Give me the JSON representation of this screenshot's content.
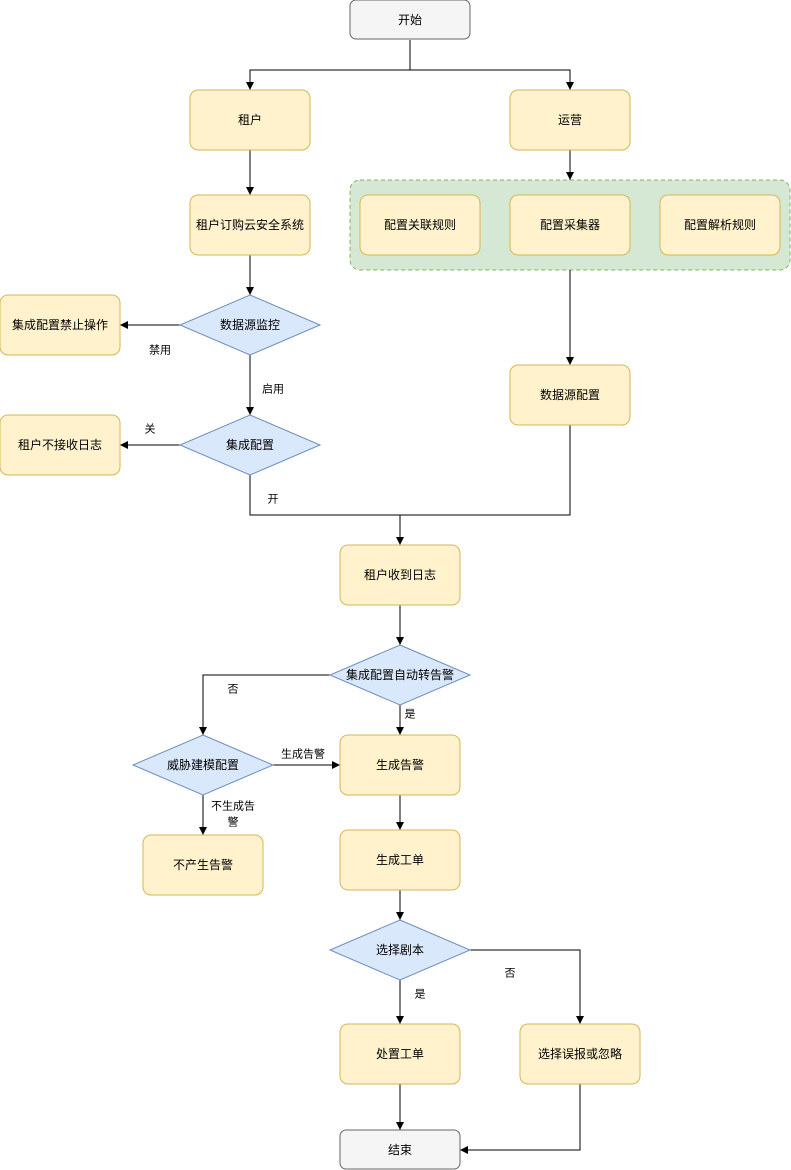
{
  "colors": {
    "process_fill": "#fff2cc",
    "process_stroke": "#d6b656",
    "decision_fill": "#dae8fc",
    "decision_stroke": "#6c8ebf",
    "terminal_fill": "#f5f5f5",
    "terminal_stroke": "#666666",
    "group_fill": "#d5e8d4",
    "group_stroke": "#82b366"
  },
  "nodes": {
    "start": "开始",
    "tenant": "租户",
    "ops": "运营",
    "subscribe": "租户订购云安全系统",
    "config_correlation": "配置关联规则",
    "config_collector": "配置采集器",
    "config_parser": "配置解析规则",
    "datasource_monitor": "数据源监控",
    "integration_forbidden": "集成配置禁止操作",
    "datasource_config": "数据源配置",
    "integration_config": "集成配置",
    "tenant_no_logs": "租户不接收日志",
    "tenant_receives_logs": "租户收到日志",
    "auto_alert": "集成配置自动转告警",
    "threat_modeling": "威胁建模配置",
    "generate_alert": "生成告警",
    "no_alert": "不产生告警",
    "generate_ticket": "生成工单",
    "choose_playbook": "选择剧本",
    "handle_ticket": "处置工单",
    "false_positive": "选择误报或忽略",
    "end": "结束"
  },
  "edge_labels": {
    "disabled": "禁用",
    "enabled": "启用",
    "off": "关",
    "on": "开",
    "no_1": "否",
    "yes_1": "是",
    "generate_alert": "生成告警",
    "no_alert_line1": "不生成告",
    "no_alert_line2": "警",
    "no_2": "否",
    "yes_2": "是"
  }
}
